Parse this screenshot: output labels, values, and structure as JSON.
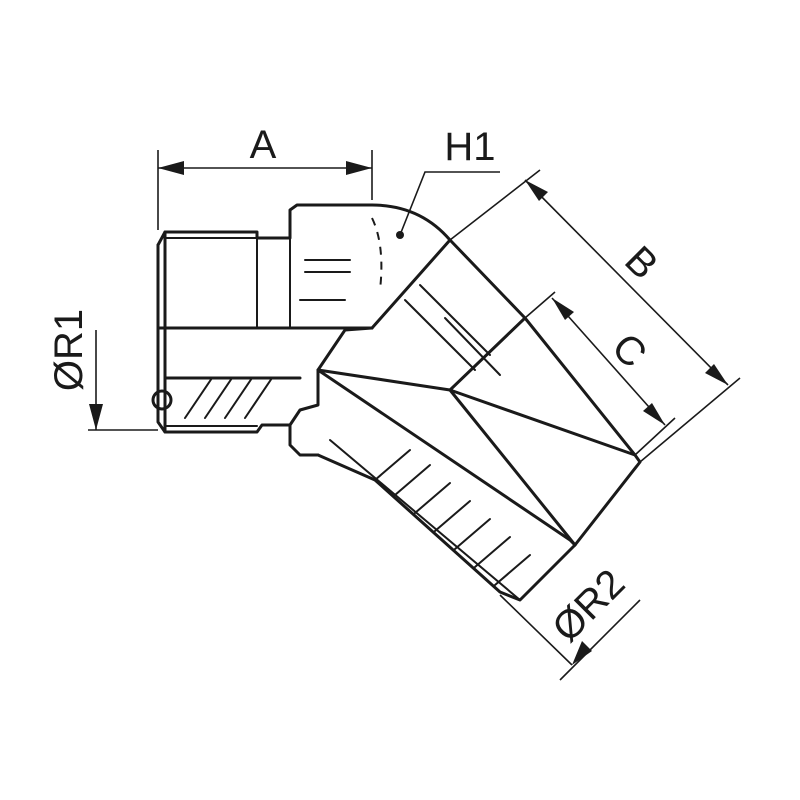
{
  "labels": {
    "a": "A",
    "b": "B",
    "c": "C",
    "h1": "H1",
    "r1": "ØR1",
    "r2": "ØR2"
  },
  "line_color": "#1a1a1a",
  "background": "#ffffff"
}
